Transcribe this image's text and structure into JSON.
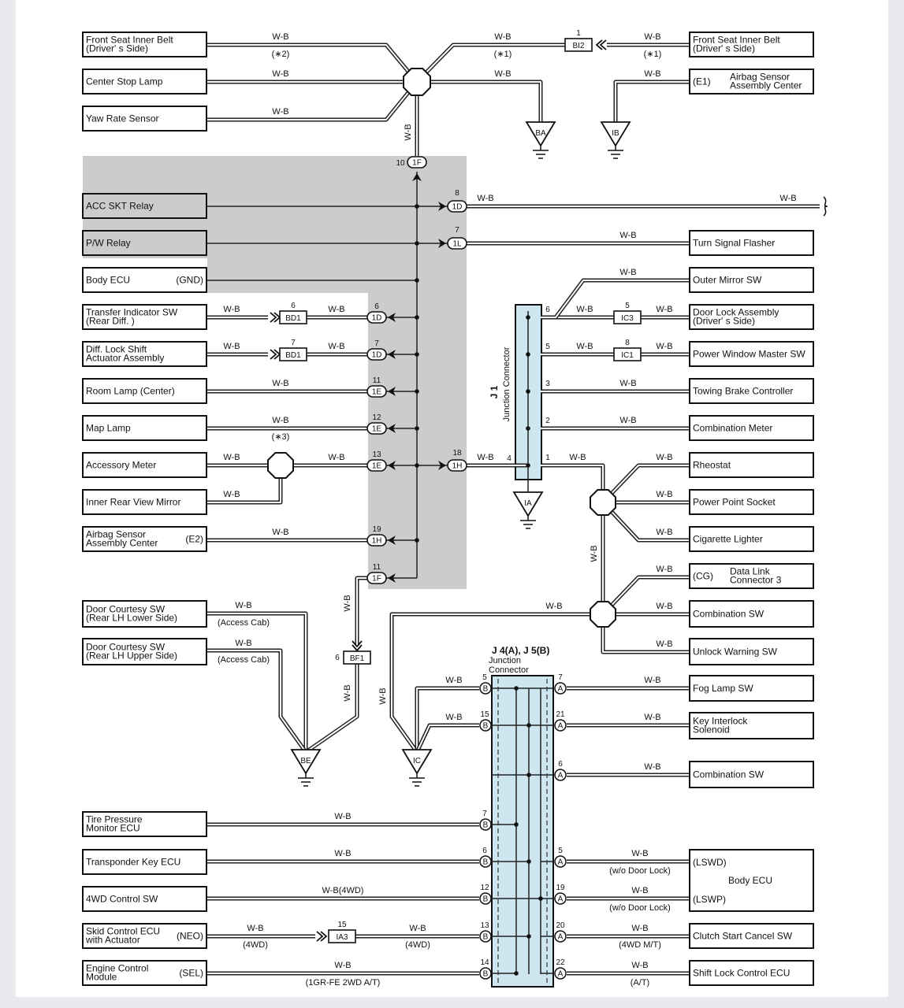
{
  "diagram": {
    "wire_color": "W-B",
    "highlight_color": "#cccccc",
    "junction_fill": "#cde6f0",
    "left_components": [
      {
        "lines": [
          "Front Seat Inner Belt",
          "(Driver' s Side)"
        ]
      },
      {
        "lines": [
          "Center Stop Lamp"
        ]
      },
      {
        "lines": [
          "Yaw Rate Sensor"
        ]
      },
      {
        "lines": [
          "ACC SKT Relay"
        ]
      },
      {
        "lines": [
          "P/W Relay"
        ]
      },
      {
        "lines": [
          "Body ECU"
        ],
        "pin": "(GND)"
      },
      {
        "lines": [
          "Transfer Indicator SW",
          "(Rear Diff. )"
        ]
      },
      {
        "lines": [
          "Diff. Lock Shift",
          "Actuator Assembly"
        ]
      },
      {
        "lines": [
          "Room Lamp (Center)"
        ]
      },
      {
        "lines": [
          "Map Lamp"
        ]
      },
      {
        "lines": [
          "Accessory Meter"
        ]
      },
      {
        "lines": [
          "Inner Rear View Mirror"
        ]
      },
      {
        "lines": [
          "Airbag Sensor",
          "Assembly Center"
        ],
        "pin": "(E2)"
      },
      {
        "lines": [
          "Door Courtesy SW",
          "(Rear LH Lower Side)"
        ]
      },
      {
        "lines": [
          "Door Courtesy SW",
          "(Rear LH Upper Side)"
        ]
      },
      {
        "lines": [
          "Tire Pressure",
          "Monitor ECU"
        ]
      },
      {
        "lines": [
          "Transponder Key ECU"
        ]
      },
      {
        "lines": [
          "4WD Control SW"
        ]
      },
      {
        "lines": [
          "Skid Control ECU",
          "with Actuator"
        ],
        "pin": "(NEO)"
      },
      {
        "lines": [
          "Engine Control",
          "Module"
        ],
        "pin": "(SEL)"
      }
    ],
    "right_components": [
      {
        "lines": [
          "Front Seat Inner Belt",
          "(Driver' s Side)"
        ]
      },
      {
        "lines": [
          "Airbag Sensor",
          "Assembly Center"
        ],
        "pin": "(E1)"
      },
      {
        "lines": [
          "Turn Signal Flasher"
        ]
      },
      {
        "lines": [
          "Outer Mirror SW"
        ]
      },
      {
        "lines": [
          "Door Lock Assembly",
          "(Driver' s Side)"
        ]
      },
      {
        "lines": [
          "Power Window Master SW"
        ]
      },
      {
        "lines": [
          "Towing Brake Controller"
        ]
      },
      {
        "lines": [
          "Combination Meter"
        ]
      },
      {
        "lines": [
          "Rheostat"
        ]
      },
      {
        "lines": [
          "Power Point Socket"
        ]
      },
      {
        "lines": [
          "Cigarette Lighter"
        ]
      },
      {
        "lines": [
          "Data Link",
          "Connector 3"
        ],
        "pin": "(CG)"
      },
      {
        "lines": [
          "Combination SW"
        ]
      },
      {
        "lines": [
          "Unlock Warning SW"
        ]
      },
      {
        "lines": [
          "Fog Lamp SW"
        ]
      },
      {
        "lines": [
          "Key Interlock",
          "Solenoid"
        ]
      },
      {
        "lines": [
          "Combination SW"
        ]
      },
      {
        "lines": [
          "Body ECU"
        ],
        "pins": [
          "(LSWD)",
          "(LSWP)"
        ]
      },
      {
        "lines": [
          "Clutch Start Cancel SW"
        ]
      },
      {
        "lines": [
          "Shift Lock Control ECU"
        ]
      }
    ],
    "grounds": [
      "BA",
      "IB",
      "IA",
      "BE",
      "IC"
    ],
    "inline_connectors": [
      "BI2",
      "BD1",
      "BD1",
      "IC3",
      "IC1",
      "BF1",
      "IA3"
    ],
    "vertical_connectors": [
      "1F",
      "1D",
      "1L",
      "1D",
      "1D",
      "1E",
      "1E",
      "1E",
      "1H",
      "1H",
      "1F"
    ],
    "junction_j1": {
      "label": "J 1",
      "sublabel": "Junction Connector",
      "pins": [
        "6",
        "5",
        "3",
        "2",
        "4",
        "1"
      ]
    },
    "junction_j4j5": {
      "title": "J 4(A), J 5(B)",
      "sub1": "Junction",
      "sub2": "Connector"
    },
    "notes": {
      "n1": "(∗2)",
      "n2": "(∗1)",
      "n3": "(∗1)",
      "n4": "(∗3)",
      "access_cab": "(Access Cab)",
      "w4wd": "W-B(4WD)",
      "wo_door_lock": "(w/o Door Lock)",
      "fwd": "(4WD)",
      "fwd_mt": "(4WD M/T)",
      "gr": "(1GR-FE 2WD A/T)",
      "at": "(A/T)"
    }
  }
}
